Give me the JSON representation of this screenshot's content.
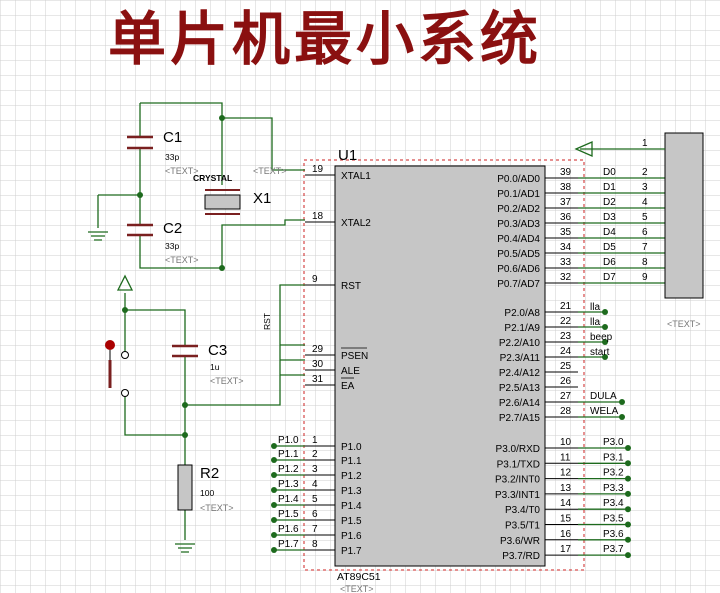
{
  "title": "单片机最小系统",
  "colors": {
    "title": "#8a1010",
    "wire": "#1d6a1d",
    "chip_fill": "#c6c6c6",
    "chip_border": "#cc2222",
    "component": "#7a2020",
    "grid": "#cfcfcf",
    "header_fill": "#c6c6c6"
  },
  "placeholder": "<TEXT>",
  "chip": {
    "ref": "U1",
    "part": "AT89C51",
    "left_pins": [
      {
        "num": "19",
        "name": "XTAL1"
      },
      {
        "num": "18",
        "name": "XTAL2"
      },
      {
        "num": "9",
        "name": "RST"
      },
      {
        "num": "29",
        "name": "PSEN"
      },
      {
        "num": "30",
        "name": "ALE"
      },
      {
        "num": "31",
        "name": "EA"
      },
      {
        "num": "1",
        "name": "P1.0"
      },
      {
        "num": "2",
        "name": "P1.1"
      },
      {
        "num": "3",
        "name": "P1.2"
      },
      {
        "num": "4",
        "name": "P1.3"
      },
      {
        "num": "5",
        "name": "P1.4"
      },
      {
        "num": "6",
        "name": "P1.5"
      },
      {
        "num": "7",
        "name": "P1.6"
      },
      {
        "num": "8",
        "name": "P1.7"
      }
    ],
    "right_pins_p0": [
      {
        "num": "39",
        "name": "P0.0/AD0"
      },
      {
        "num": "38",
        "name": "P0.1/AD1"
      },
      {
        "num": "37",
        "name": "P0.2/AD2"
      },
      {
        "num": "36",
        "name": "P0.3/AD3"
      },
      {
        "num": "35",
        "name": "P0.4/AD4"
      },
      {
        "num": "34",
        "name": "P0.5/AD5"
      },
      {
        "num": "33",
        "name": "P0.6/AD6"
      },
      {
        "num": "32",
        "name": "P0.7/AD7"
      }
    ],
    "right_pins_p2": [
      {
        "num": "21",
        "name": "P2.0/A8"
      },
      {
        "num": "22",
        "name": "P2.1/A9"
      },
      {
        "num": "23",
        "name": "P2.2/A10"
      },
      {
        "num": "24",
        "name": "P2.3/A11"
      },
      {
        "num": "25",
        "name": "P2.4/A12"
      },
      {
        "num": "26",
        "name": "P2.5/A13"
      },
      {
        "num": "27",
        "name": "P2.6/A14"
      },
      {
        "num": "28",
        "name": "P2.7/A15"
      }
    ],
    "right_pins_p3": [
      {
        "num": "10",
        "name": "P3.0/RXD"
      },
      {
        "num": "11",
        "name": "P3.1/TXD"
      },
      {
        "num": "12",
        "name": "P3.2/INT0"
      },
      {
        "num": "13",
        "name": "P3.3/INT1"
      },
      {
        "num": "14",
        "name": "P3.4/T0"
      },
      {
        "num": "15",
        "name": "P3.5/T1"
      },
      {
        "num": "16",
        "name": "P3.6/WR"
      },
      {
        "num": "17",
        "name": "P3.7/RD"
      }
    ]
  },
  "components": {
    "c1": {
      "ref": "C1",
      "value": "33p"
    },
    "c2": {
      "ref": "C2",
      "value": "33p"
    },
    "x1": {
      "ref": "X1",
      "value": "CRYSTAL"
    },
    "c3": {
      "ref": "C3",
      "value": "1u"
    },
    "r2": {
      "ref": "R2",
      "value": "100"
    },
    "rst_net": "RST"
  },
  "p0_nets": [
    "D0",
    "D1",
    "D2",
    "D3",
    "D4",
    "D5",
    "D6",
    "D7"
  ],
  "p2_nets": [
    "lla",
    "lla",
    "beep",
    "start"
  ],
  "p2_nets_upper": [
    "DULA",
    "WELA"
  ],
  "p1_nets": [
    "P1.0",
    "P1.1",
    "P1.2",
    "P1.3",
    "P1.4",
    "P1.5",
    "P1.6",
    "P1.7"
  ],
  "p3_nets": [
    "P3.0",
    "P3.1",
    "P3.2",
    "P3.3",
    "P3.4",
    "P3.5",
    "P3.6",
    "P3.7"
  ],
  "header": {
    "pins": [
      "1",
      "2",
      "3",
      "4",
      "5",
      "6",
      "7",
      "8",
      "9"
    ]
  }
}
